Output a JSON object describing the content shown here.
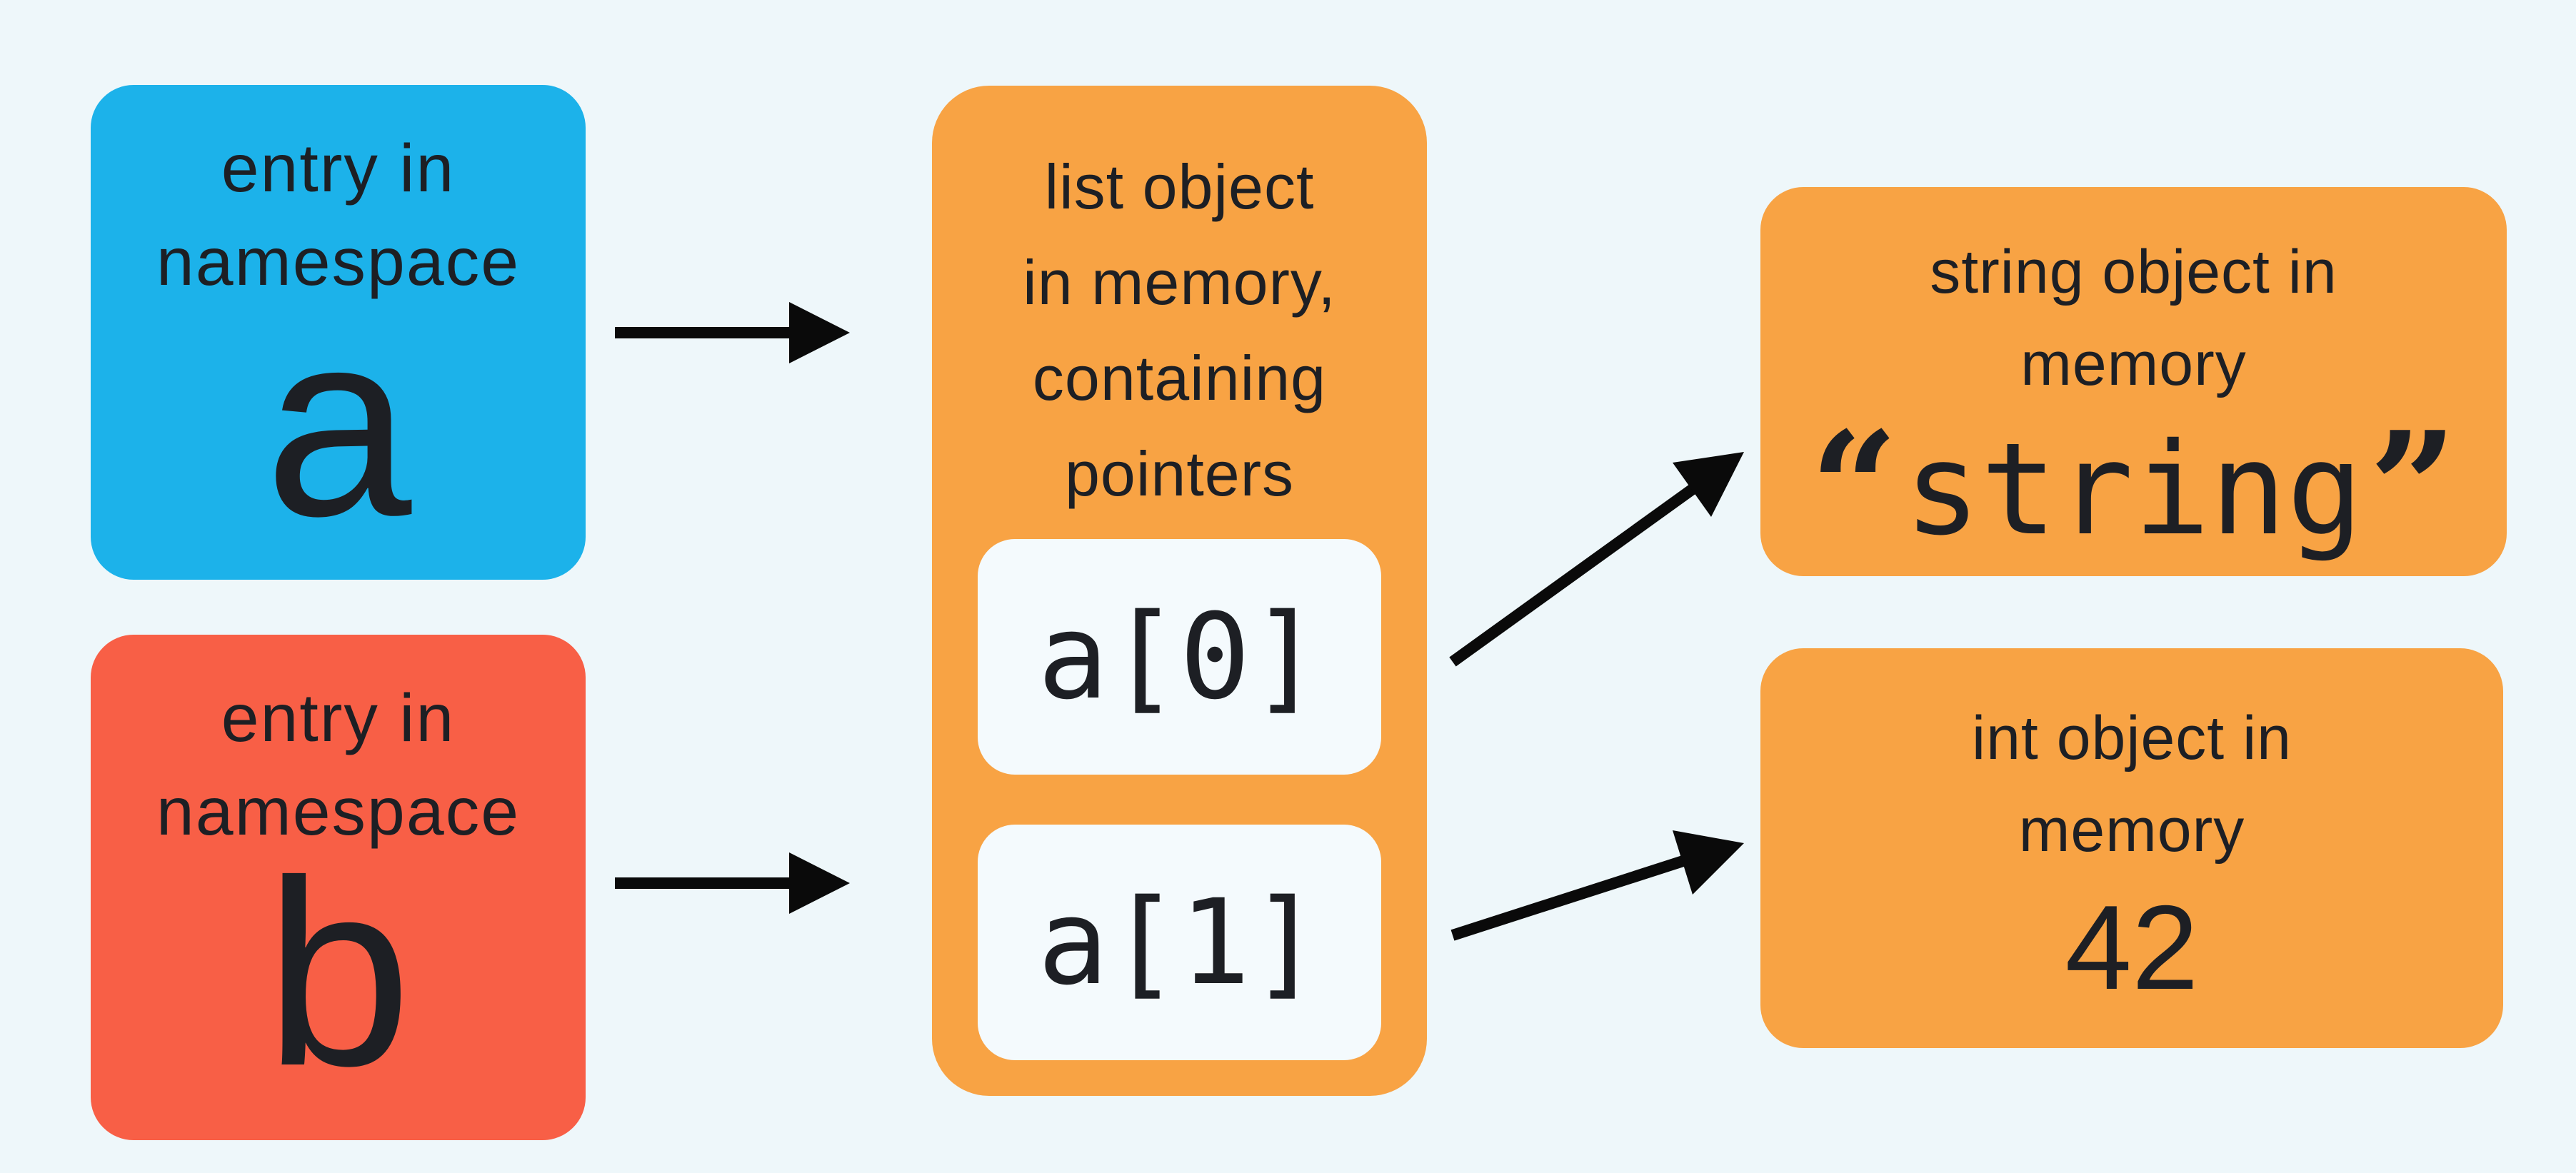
{
  "colors": {
    "background": "#eef7fa",
    "box_blue": "#1cb2ea",
    "box_red": "#f85f46",
    "box_orange": "#f8a344",
    "slot_fill": "#f4fafd",
    "text": "#1d1f24",
    "arrow": "#0a0a0a"
  },
  "namespace_a": {
    "label_lines": [
      "entry in",
      "namespace"
    ],
    "name": "a"
  },
  "namespace_b": {
    "label_lines": [
      "entry in",
      "namespace"
    ],
    "name": "b"
  },
  "list_object": {
    "label_lines": [
      "list object",
      "in memory,",
      "containing",
      "pointers"
    ],
    "slots": [
      "a[0]",
      "a[1]"
    ]
  },
  "string_object": {
    "label_lines": [
      "string object in",
      "memory"
    ],
    "open_quote": "“",
    "value": "string",
    "close_quote": "”"
  },
  "int_object": {
    "label_lines": [
      "int object in",
      "memory"
    ],
    "value": "42"
  },
  "arrows": [
    {
      "from": "namespace a",
      "to": "list object"
    },
    {
      "from": "namespace b",
      "to": "list object"
    },
    {
      "from": "a[0]",
      "to": "string object"
    },
    {
      "from": "a[1]",
      "to": "int object"
    }
  ]
}
